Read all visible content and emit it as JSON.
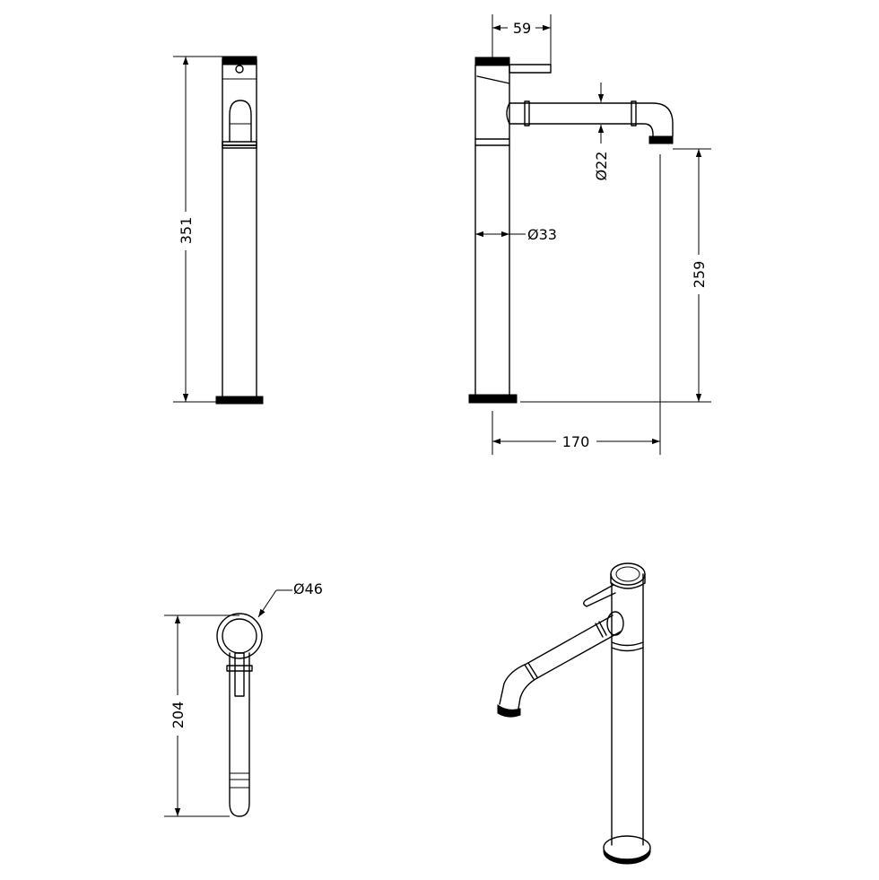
{
  "dimensions": {
    "total_height": "351",
    "lever_offset": "59",
    "spout_diameter": "Ø22",
    "body_diameter": "Ø33",
    "spout_height": "259",
    "spout_reach": "170",
    "base_diameter": "Ø46",
    "depth": "204"
  }
}
